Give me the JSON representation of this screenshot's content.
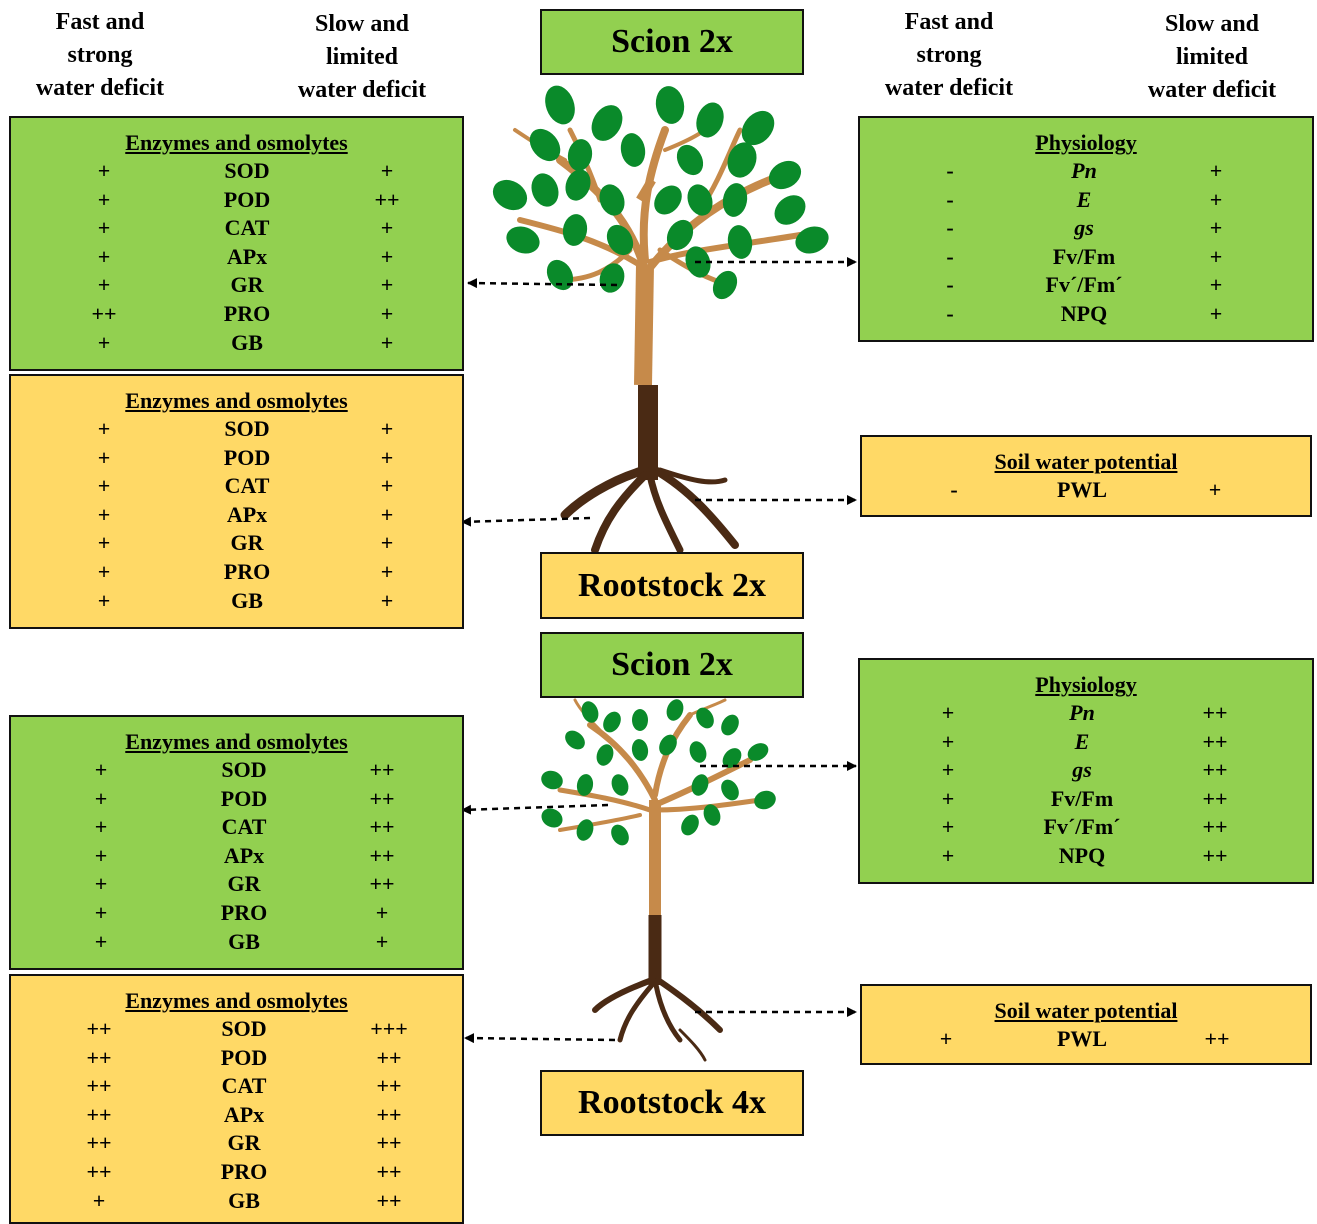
{
  "headers": {
    "left_fast": [
      "Fast and",
      "strong",
      "water deficit"
    ],
    "left_slow": [
      "Slow and",
      "limited",
      "water deficit"
    ],
    "right_fast": [
      "Fast and",
      "strong",
      "water deficit"
    ],
    "right_slow": [
      "Slow and",
      "limited",
      "water deficit"
    ]
  },
  "labels": {
    "scion_top": "Scion 2x",
    "rootstock_top": "Rootstock 2x",
    "scion_bottom": "Scion 2x",
    "rootstock_bottom": "Rootstock 4x"
  },
  "colors": {
    "green": "#92d050",
    "yellow": "#ffd966",
    "trunk": "#c68a4a",
    "root": "#4a2a14",
    "leaf": "#0a8a2a"
  },
  "panels": {
    "top_scion_enzymes": {
      "title": "Enzymes and osmolytes",
      "rows": [
        [
          "+",
          "SOD",
          "+"
        ],
        [
          "+",
          "POD",
          "++"
        ],
        [
          "+",
          "CAT",
          "+"
        ],
        [
          "+",
          "APx",
          "+"
        ],
        [
          "+",
          "GR",
          "+"
        ],
        [
          "++",
          "PRO",
          "+"
        ],
        [
          "+",
          "GB",
          "+"
        ]
      ]
    },
    "top_root_enzymes": {
      "title": "Enzymes and osmolytes",
      "rows": [
        [
          "+",
          "SOD",
          "+"
        ],
        [
          "+",
          "POD",
          "+"
        ],
        [
          "+",
          "CAT",
          "+"
        ],
        [
          "+",
          "APx",
          "+"
        ],
        [
          "+",
          "GR",
          "+"
        ],
        [
          "+",
          "PRO",
          "+"
        ],
        [
          "+",
          "GB",
          "+"
        ]
      ]
    },
    "top_physiology": {
      "title": "Physiology",
      "rows": [
        [
          "-",
          "Pn",
          "+"
        ],
        [
          "-",
          "E",
          "+"
        ],
        [
          "-",
          "gs",
          "+"
        ],
        [
          "-",
          "Fv/Fm",
          "+"
        ],
        [
          "-",
          "Fv´/Fm´",
          "+"
        ],
        [
          "-",
          "NPQ",
          "+"
        ]
      ]
    },
    "top_soil": {
      "title": "Soil water potential",
      "rows": [
        [
          "-",
          "PWL",
          "+"
        ]
      ]
    },
    "bottom_scion_enzymes": {
      "title": "Enzymes and osmolytes",
      "rows": [
        [
          "+",
          "SOD",
          "++"
        ],
        [
          "+",
          "POD",
          "++"
        ],
        [
          "+",
          "CAT",
          "++"
        ],
        [
          "+",
          "APx",
          "++"
        ],
        [
          "+",
          "GR",
          "++"
        ],
        [
          "+",
          "PRO",
          "+"
        ],
        [
          "+",
          "GB",
          "+"
        ]
      ]
    },
    "bottom_root_enzymes": {
      "title": "Enzymes and osmolytes",
      "rows": [
        [
          "++",
          "SOD",
          "+++"
        ],
        [
          "++",
          "POD",
          "++"
        ],
        [
          "++",
          "CAT",
          "++"
        ],
        [
          "++",
          "APx",
          "++"
        ],
        [
          "++",
          "GR",
          "++"
        ],
        [
          "++",
          "PRO",
          "++"
        ],
        [
          "+",
          "GB",
          "++"
        ]
      ]
    },
    "bottom_physiology": {
      "title": "Physiology",
      "rows": [
        [
          "+",
          "Pn",
          "++"
        ],
        [
          "+",
          "E",
          "++"
        ],
        [
          "+",
          "gs",
          "++"
        ],
        [
          "+",
          "Fv/Fm",
          "++"
        ],
        [
          "+",
          "Fv´/Fm´",
          "++"
        ],
        [
          "+",
          "NPQ",
          "++"
        ]
      ]
    },
    "bottom_soil": {
      "title": "Soil water potential",
      "rows": [
        [
          "+",
          "PWL",
          "++"
        ]
      ]
    }
  }
}
